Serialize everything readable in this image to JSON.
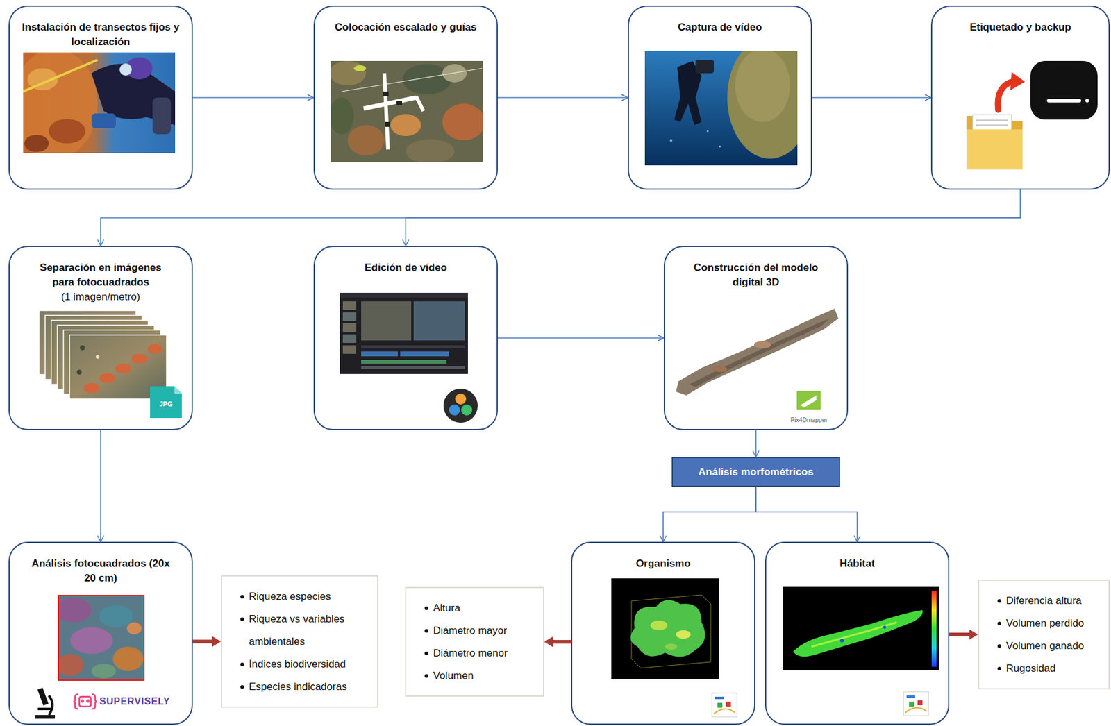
{
  "diagram": {
    "nodes": [
      {
        "text": [
          "Instalación de transectos fijos y localización"
        ]
      },
      {
        "text": [
          "Colocación escalado y guías"
        ]
      },
      {
        "text": [
          "Captura de vídeo"
        ]
      },
      {
        "text": [
          "Etiquetado y backup"
        ]
      },
      {
        "text": [
          "Separación en imágenes para fotocuadrados",
          "(1 imagen/metro)"
        ]
      },
      {
        "text": [
          "Edición de vídeo"
        ]
      },
      {
        "text": [
          "Construcción del modelo digital 3D"
        ]
      },
      {
        "text": [
          "Análisis morfométricos"
        ]
      },
      {
        "text": [
          "Análisis fotocuadrados (20x 20 cm)"
        ]
      },
      {
        "text": [
          "Riqueza especies",
          "Riqueza vs variables ambientales",
          "Índices biodiversidad",
          "Especies indicadoras"
        ]
      },
      {
        "text": [
          "Altura",
          "Diámetro mayor",
          "Diámetro menor",
          "Volumen"
        ]
      },
      {
        "text": [
          "Organismo"
        ]
      },
      {
        "text": [
          "Hábitat"
        ]
      },
      {
        "text": [
          "Diferencia altura",
          "Volumen perdido",
          "Volumen ganado",
          "Rugosidad"
        ]
      }
    ],
    "edges": [
      {
        "from": 0,
        "to": 1,
        "arrow": "to"
      },
      {
        "from": 1,
        "to": 2,
        "arrow": "to"
      },
      {
        "from": 2,
        "to": 3,
        "arrow": "to"
      },
      {
        "from": 3,
        "to": 4,
        "arrow": "to"
      },
      {
        "from": 3,
        "to": 5,
        "arrow": "to"
      },
      {
        "from": 5,
        "to": 6,
        "arrow": "to"
      },
      {
        "from": 4,
        "to": 8,
        "arrow": "to"
      },
      {
        "from": 6,
        "to": 7,
        "arrow": "to"
      },
      {
        "from": 7,
        "to": 11,
        "arrow": "to"
      },
      {
        "from": 7,
        "to": 12,
        "arrow": "to"
      },
      {
        "from": 8,
        "to": 9,
        "arrow": "to"
      },
      {
        "from": 11,
        "to": 10,
        "arrow": "to"
      },
      {
        "from": 12,
        "to": 13,
        "arrow": "to"
      }
    ],
    "labels": [
      "JPG",
      "Pix4Dmapper",
      "SUPERVISELY"
    ]
  }
}
